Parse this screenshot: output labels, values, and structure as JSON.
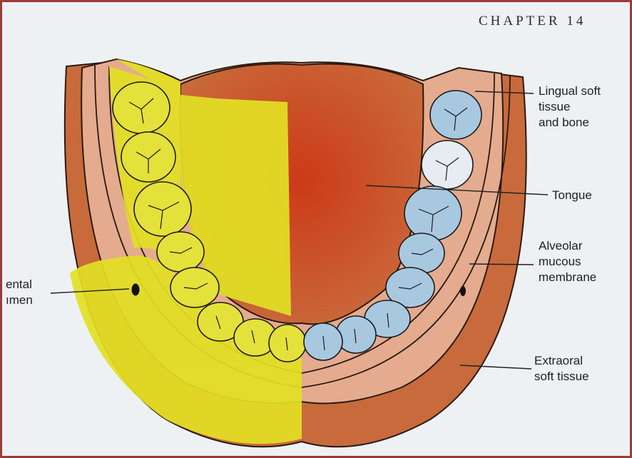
{
  "header": {
    "chapter": "CHAPTER 14"
  },
  "labels": {
    "lingual": "Lingual soft\ntissue\nand bone",
    "tongue": "Tongue",
    "alveolar": "Alveolar\nmucous\nmembrane",
    "extraoral": "Extraoral\nsoft tissue",
    "mental_foramen": "ental\nımen"
  },
  "colors": {
    "extraoral": "#c86a3c",
    "lingual_bone": "#e4ab8f",
    "tongue_center": "#cc3a17",
    "tongue_edge": "#c96a3b",
    "yellow_overlay": "#e3e024",
    "teeth_yellow": "#e4e13a",
    "teeth_blue": "#a8c8e0",
    "teeth_white": "#e6ecf2",
    "background": "#eef1f3",
    "frame": "#9b3a36"
  }
}
